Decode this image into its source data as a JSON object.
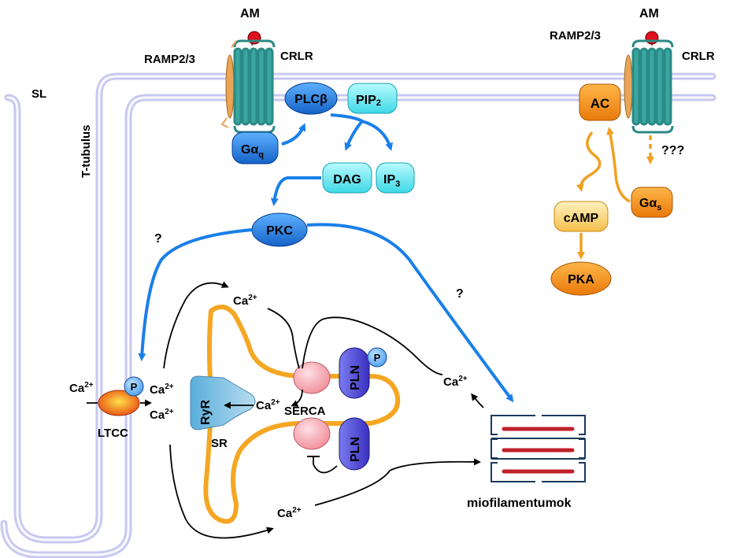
{
  "labels": {
    "am_left": "AM",
    "am_right": "AM",
    "ramp_left": "RAMP2/3",
    "ramp_right": "RAMP2/3",
    "crlr_left": "CRLR",
    "crlr_right": "CRLR",
    "sl": "SL",
    "t_tubulus": "T-tubulus",
    "gaq_main": "Gα",
    "gaq_sub": "q",
    "plcb": "PLCβ",
    "pip2_main": "PIP",
    "pip2_sub": "2",
    "dag": "DAG",
    "ip3_main": "IP",
    "ip3_sub": "3",
    "pkc": "PKC",
    "q_left": "?",
    "q_right": "?",
    "ac": "AC",
    "camp": "cAMP",
    "pka": "PKA",
    "gas_main": "Gα",
    "gas_sub": "s",
    "qqq": "???",
    "ryr": "RyR",
    "sr": "SR",
    "serca": "SERCA",
    "pln_top": "PLN",
    "pln_bottom": "PLN",
    "p_pln": "P",
    "p_ltcc": "P",
    "ltcc": "LTCC",
    "ca_main": "Ca",
    "ca_sup": "2+",
    "miofilament": "miofilamentumok"
  },
  "colors": {
    "membrane": "#c8c9f0",
    "blue_arrow": "#1a7fe8",
    "orange": "#f0a020",
    "receptor": "#2a8a86",
    "sr_outline": "#f5a623",
    "myofilament_red": "#c0202a",
    "myofilament_frame": "#1a3a5a"
  },
  "icons": [
    "am-ligand-icon",
    "receptor-icon",
    "myofilament-icon"
  ]
}
